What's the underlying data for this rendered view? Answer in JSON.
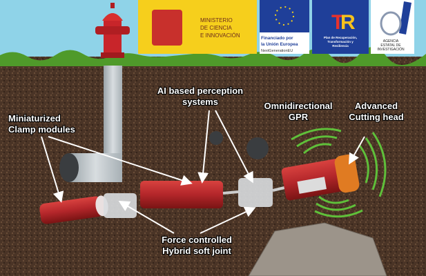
{
  "logos": {
    "ministry": {
      "lines": [
        "MINISTERIO",
        "DE CIENCIA",
        "E INNOVACIÓN"
      ]
    },
    "eu": {
      "lines": [
        "Financiado por",
        "la Unión Europea"
      ],
      "sub": "NextGenerationEU"
    },
    "plan": {
      "lines": [
        "Plan de Recuperación,",
        "Transformación y",
        "Resiliencia"
      ]
    },
    "agency": {
      "lines": [
        "AGENCIA",
        "ESTATAL DE",
        "INVESTIGACIÓN"
      ]
    }
  },
  "labels": {
    "clamp": [
      "Miniaturized",
      "Clamp modules"
    ],
    "perception": [
      "AI based perception",
      "systems"
    ],
    "gpr": [
      "Omnidirectional",
      "GPR"
    ],
    "cutting": [
      "Advanced",
      "Cutting head"
    ],
    "joint": [
      "Force controlled",
      "Hybrid soft joint"
    ]
  },
  "colors": {
    "sky": "#8fd3e8",
    "soil": "#4a3426",
    "robot_red": "#b3262a",
    "gpr_waves": "#5fbf3a",
    "logo_yellow": "#f6cf1c",
    "eu_blue": "#1f3f99"
  }
}
